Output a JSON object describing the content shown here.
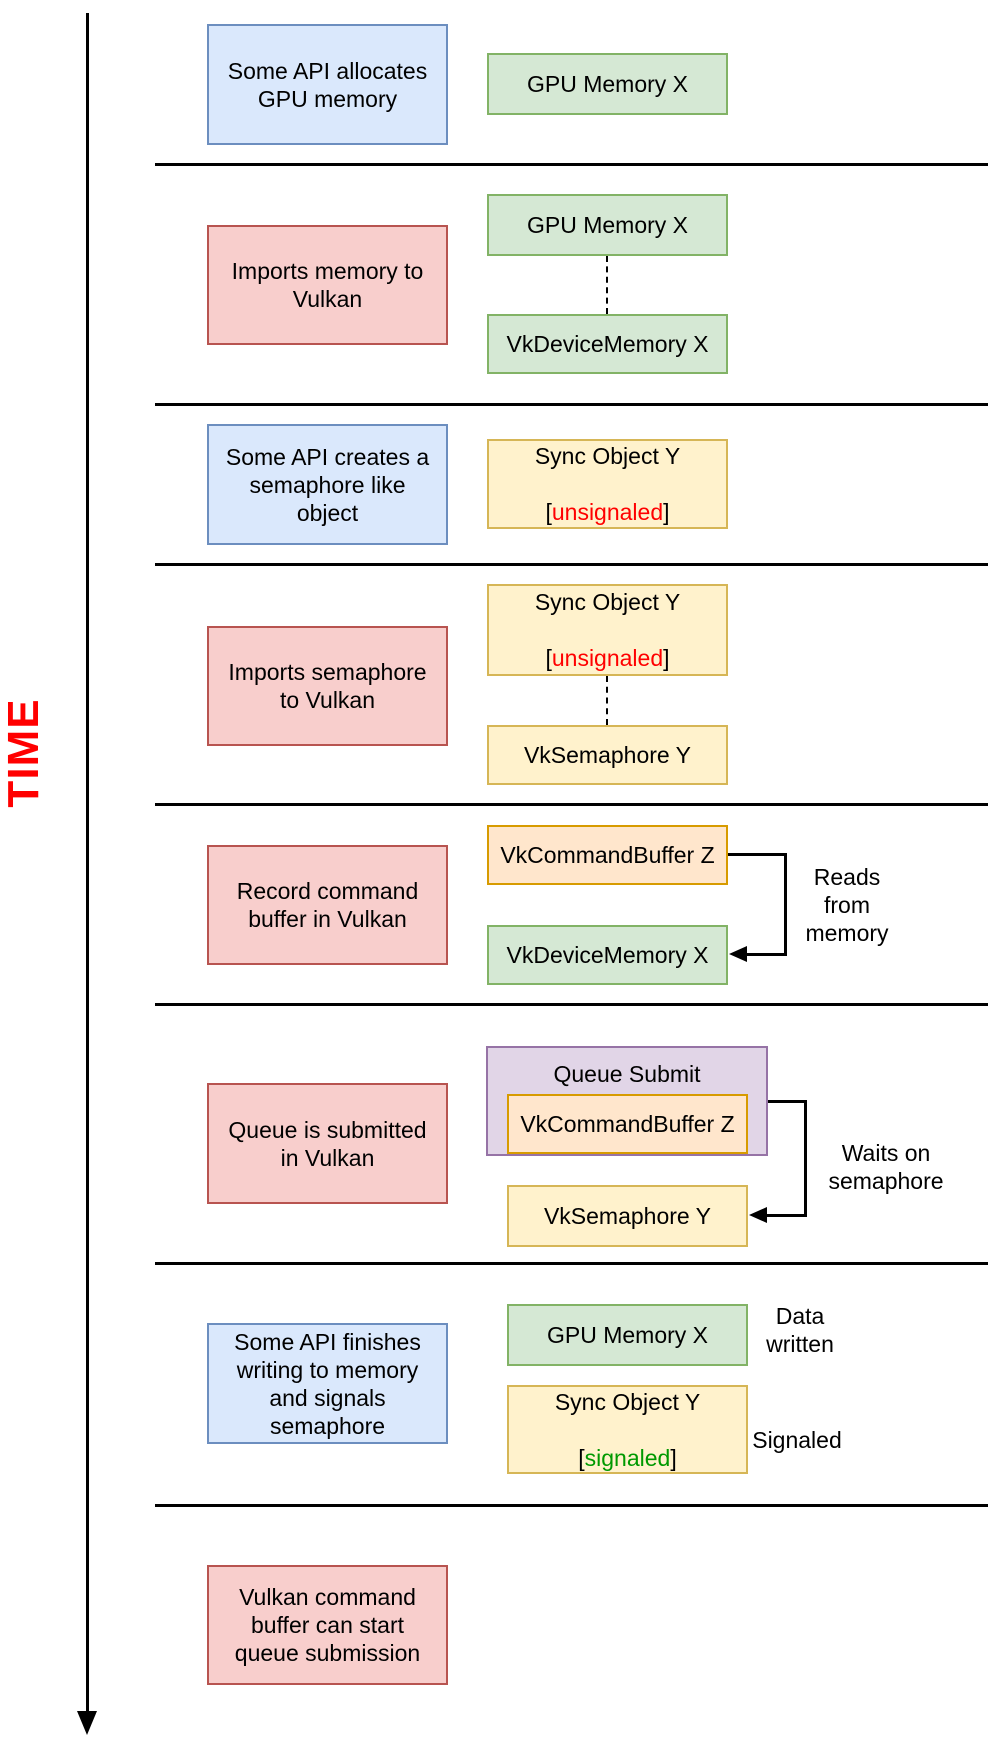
{
  "time_axis": {
    "label": "TIME",
    "color": "#ff0000"
  },
  "colors": {
    "blue_fill": "#dae8fc",
    "blue_stroke": "#6c8ebf",
    "red_fill": "#f8cecc",
    "red_stroke": "#b85450",
    "green_fill": "#d5e8d4",
    "green_stroke": "#82b366",
    "yellow_fill": "#fff2cc",
    "yellow_stroke": "#d6b656",
    "orange_fill": "#ffe6cc",
    "orange_stroke": "#d79b00",
    "purple_fill": "#e1d5e7",
    "purple_stroke": "#9673a6",
    "unsignaled_text": "#ff0000",
    "signaled_text": "#009900",
    "line_color": "#000000"
  },
  "rows": [
    {
      "action": "Some API allocates\nGPU memory",
      "gpu_memory": "GPU Memory X"
    },
    {
      "action": "Imports memory to\nVulkan",
      "gpu_memory": "GPU Memory X",
      "vk_device_memory": "VkDeviceMemory X"
    },
    {
      "action": "Some API creates a\nsemaphore like\nobject",
      "sync_object": {
        "name": "Sync Object Y",
        "open": "[",
        "state": "unsignaled",
        "close": "]"
      }
    },
    {
      "action": "Imports semaphore\nto Vulkan",
      "sync_object": {
        "name": "Sync Object Y",
        "open": "[",
        "state": "unsignaled",
        "close": "]"
      },
      "vk_semaphore": "VkSemaphore Y"
    },
    {
      "action": "Record command\nbuffer in Vulkan",
      "vk_command_buffer": "VkCommandBuffer Z",
      "vk_device_memory": "VkDeviceMemory X",
      "annotation": "Reads\nfrom\nmemory"
    },
    {
      "action": "Queue is submitted\nin Vulkan",
      "queue_submit": "Queue Submit",
      "vk_command_buffer": "VkCommandBuffer Z",
      "vk_semaphore": "VkSemaphore Y",
      "annotation": "Waits on\nsemaphore"
    },
    {
      "action": "Some API finishes\nwriting to memory\nand signals\nsemaphore",
      "gpu_memory": "GPU Memory X",
      "gpu_memory_annotation": "Data\nwritten",
      "sync_object": {
        "name": "Sync Object Y",
        "open": "[",
        "state": "signaled",
        "close": "]"
      },
      "sync_object_annotation": "Signaled"
    },
    {
      "action": "Vulkan command\nbuffer can start\nqueue submission"
    }
  ]
}
